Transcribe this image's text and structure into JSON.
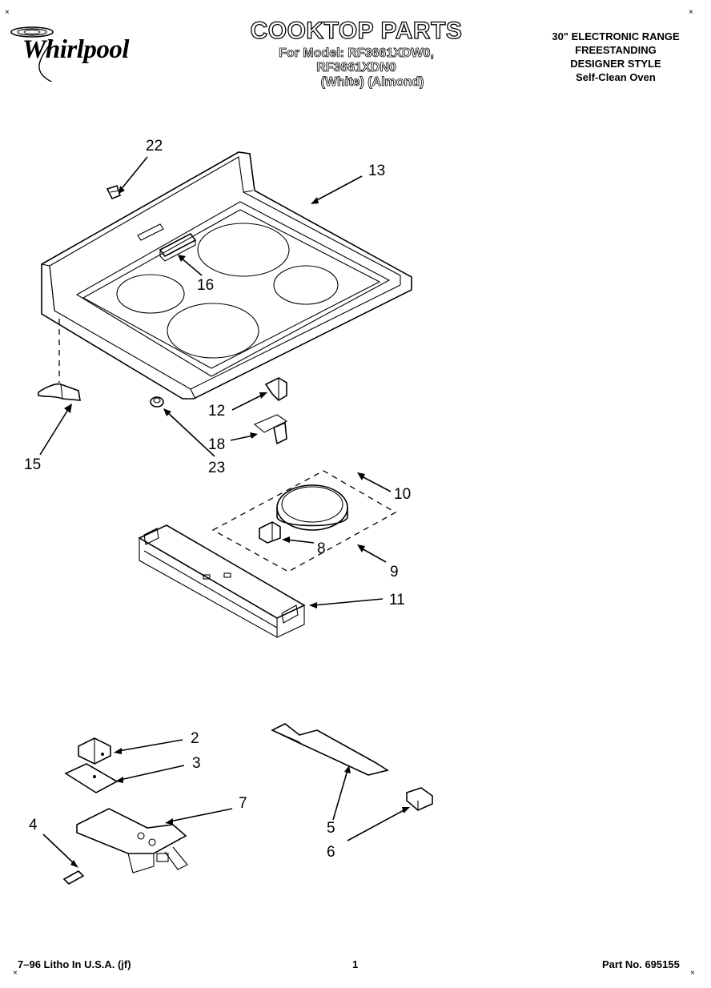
{
  "header": {
    "brand": "Whirlpool",
    "title": "COOKTOP PARTS",
    "model_line": "For Model: RF3661XDW0, RF3661XDN0",
    "color_line": "(White)    (Almond)",
    "spec_lines": [
      "30\" ELECTRONIC RANGE",
      "FREESTANDING",
      "DESIGNER STYLE",
      "Self-Clean Oven"
    ]
  },
  "callouts": {
    "c22": "22",
    "c13": "13",
    "c16": "16",
    "c15": "15",
    "c12": "12",
    "c18": "18",
    "c23": "23",
    "c10": "10",
    "c8": "8",
    "c9": "9",
    "c11": "11",
    "c2": "2",
    "c3": "3",
    "c7": "7",
    "c4": "4",
    "c5": "5",
    "c6": "6"
  },
  "footer": {
    "left": "7–96 Litho In U.S.A. (jf)",
    "page": "1",
    "part_no": "Part No. 695155"
  }
}
